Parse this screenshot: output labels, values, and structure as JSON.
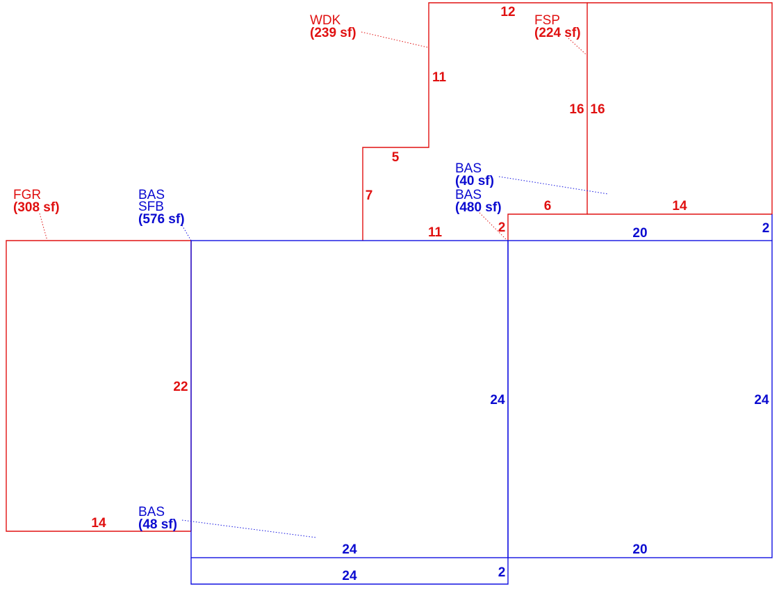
{
  "colors": {
    "red": "#e01010",
    "blue": "#0a0ad0"
  },
  "areas": {
    "wdk": {
      "code": "WDK",
      "area": "(239 sf)"
    },
    "fsp": {
      "code": "FSP",
      "area": "(224 sf)"
    },
    "fgr": {
      "code": "FGR",
      "area": "(308 sf)"
    },
    "bas_main": {
      "code1": "BAS",
      "code2": "SFB",
      "area": "(576 sf)"
    },
    "bas_40": {
      "code": "BAS",
      "area": "(40 sf)"
    },
    "bas_480": {
      "code": "BAS",
      "area": "(480 sf)"
    },
    "bas_48": {
      "code": "BAS",
      "area": "(48 sf)"
    }
  },
  "dimensions": {
    "wdk_top": "12",
    "wdk_left_upper": "11",
    "wdk_step": "5",
    "wdk_left_lower": "7",
    "wdk_bottom": "11",
    "wdk_right_short": "2",
    "wdk_right": "16",
    "fsp_left": "16",
    "fsp_bottom_left": "6",
    "fsp_bottom_right": "14",
    "fgr_right": "22",
    "fgr_bottom": "14",
    "right_strip_top": "20",
    "right_strip_side": "2",
    "main_right": "24",
    "right_main_right": "24",
    "main_bottom": "24",
    "right_main_bottom": "20",
    "bottom_strip": "24",
    "bottom_strip_side": "2"
  }
}
